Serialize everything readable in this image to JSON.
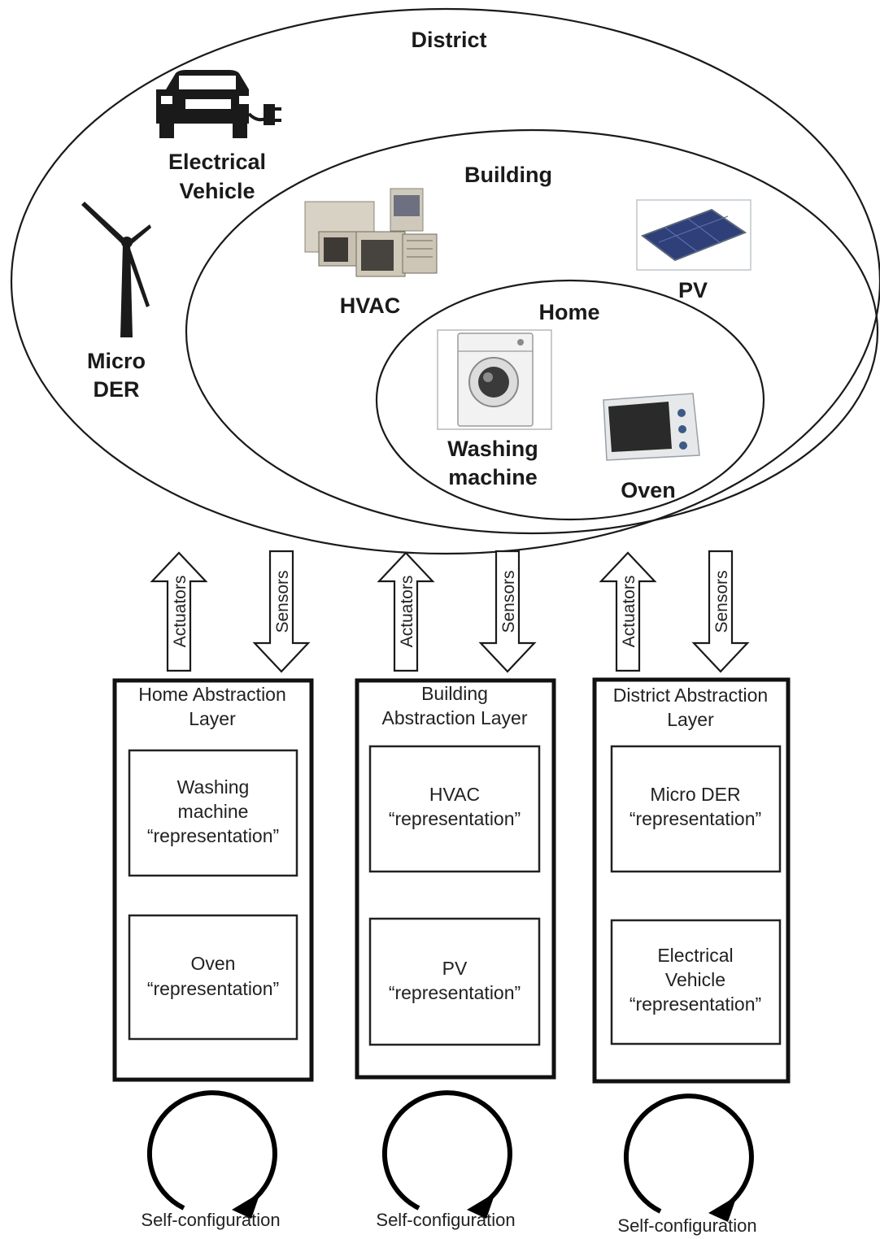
{
  "scopes": {
    "district": "District",
    "building": "Building",
    "home": "Home"
  },
  "devices": {
    "electrical_vehicle": [
      "Electrical",
      "Vehicle"
    ],
    "micro_der": [
      "Micro",
      "DER"
    ],
    "hvac": "HVAC",
    "pv": "PV",
    "washing_machine": [
      "Washing",
      "machine"
    ],
    "oven": "Oven"
  },
  "columns": [
    {
      "actuators": "Actuators",
      "sensors": "Sensors",
      "layer_title": [
        "Home Abstraction",
        "Layer"
      ],
      "representations": [
        [
          "Washing",
          "machine",
          "“representation”"
        ],
        [
          "Oven",
          "“representation”"
        ]
      ],
      "loop_label": "Self-configuration"
    },
    {
      "actuators": "Actuators",
      "sensors": "Sensors",
      "layer_title": [
        "Building",
        "Abstraction Layer"
      ],
      "representations": [
        [
          "HVAC",
          "“representation”"
        ],
        [
          "PV",
          "“representation”"
        ]
      ],
      "loop_label": "Self-configuration"
    },
    {
      "actuators": "Actuators",
      "sensors": "Sensors",
      "layer_title": [
        "District Abstraction",
        "Layer"
      ],
      "representations": [
        [
          "Micro DER",
          "“representation”"
        ],
        [
          "Electrical",
          "Vehicle",
          "“representation”"
        ]
      ],
      "loop_label": "Self-configuration"
    }
  ]
}
